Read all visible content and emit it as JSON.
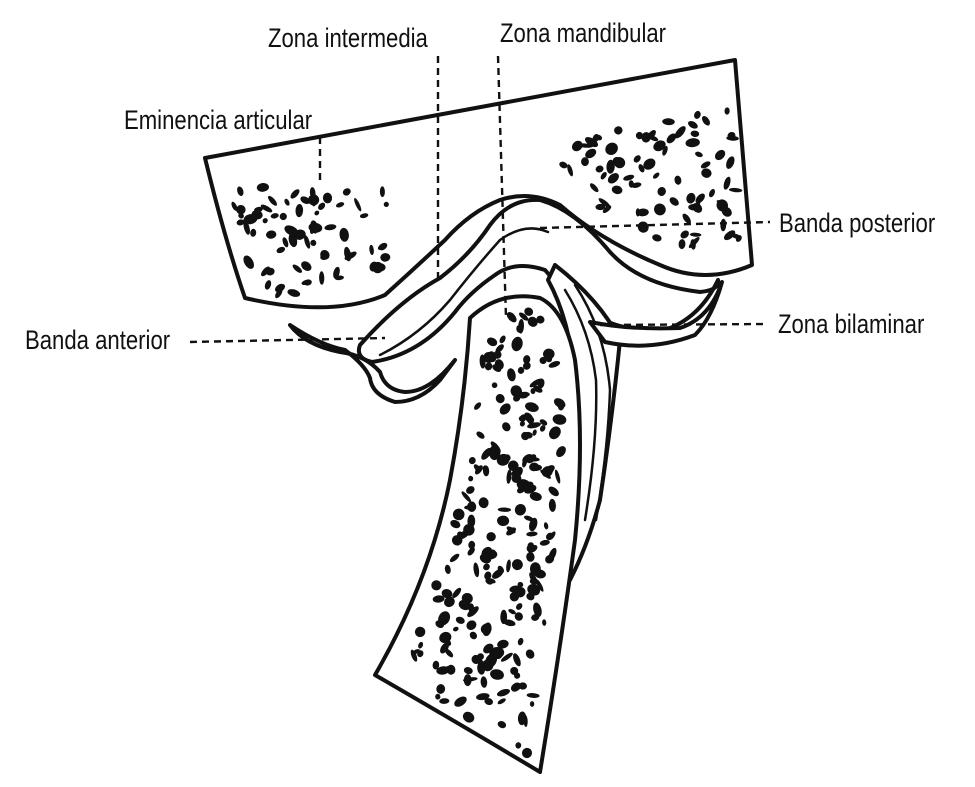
{
  "labels": {
    "zona_intermedia": "Zona intermedia",
    "zona_mandibular": "Zona mandibular",
    "eminencia_articular": "Eminencia articular",
    "banda_posterior": "Banda posterior",
    "banda_anterior": "Banda anterior",
    "zona_bilaminar": "Zona bilaminar"
  },
  "colors": {
    "ink": "#111111",
    "paper": "#ffffff"
  }
}
